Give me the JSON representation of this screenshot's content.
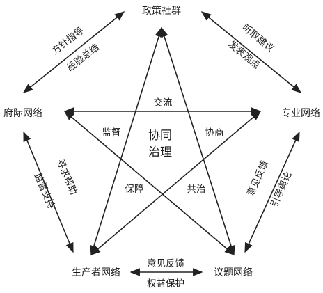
{
  "nodes": {
    "top": "政策社群",
    "left": "府际网络",
    "right": "专业网络",
    "bottom_left": "生产者网络",
    "bottom_right": "议题网络"
  },
  "outer_edges": {
    "top_left_a": "方针指导",
    "top_left_b": "经验总结",
    "top_right_a": "听取建议",
    "top_right_b": "发表观点",
    "left_bottom_a": "寻求帮助",
    "left_bottom_b": "监督支持",
    "right_bottom_a": "意见反馈",
    "right_bottom_b": "引导舆论",
    "bottom_a": "意见反馈",
    "bottom_b": "权益保护"
  },
  "inner": {
    "exchange": "交流",
    "supervise": "监督",
    "negotiate": "协商",
    "guarantee": "保障",
    "co_govern": "共治",
    "center_1": "协同",
    "center_2": "治理"
  }
}
